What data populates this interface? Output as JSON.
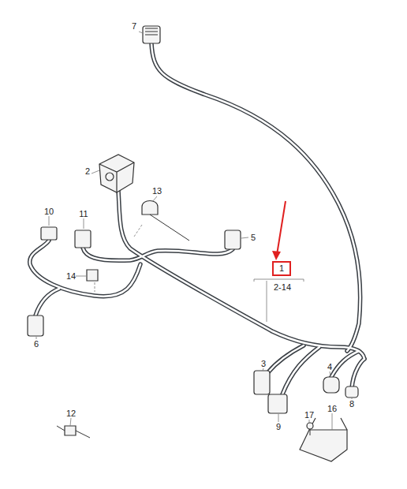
{
  "diagram": {
    "nodes": [
      {
        "text": [
          "1"
        ]
      }
    ],
    "labels": [
      "7",
      "2",
      "13",
      "10",
      "11",
      "5",
      "2-14",
      "14",
      "6",
      "3",
      "4",
      "8",
      "9",
      "12",
      "17",
      "16"
    ]
  }
}
